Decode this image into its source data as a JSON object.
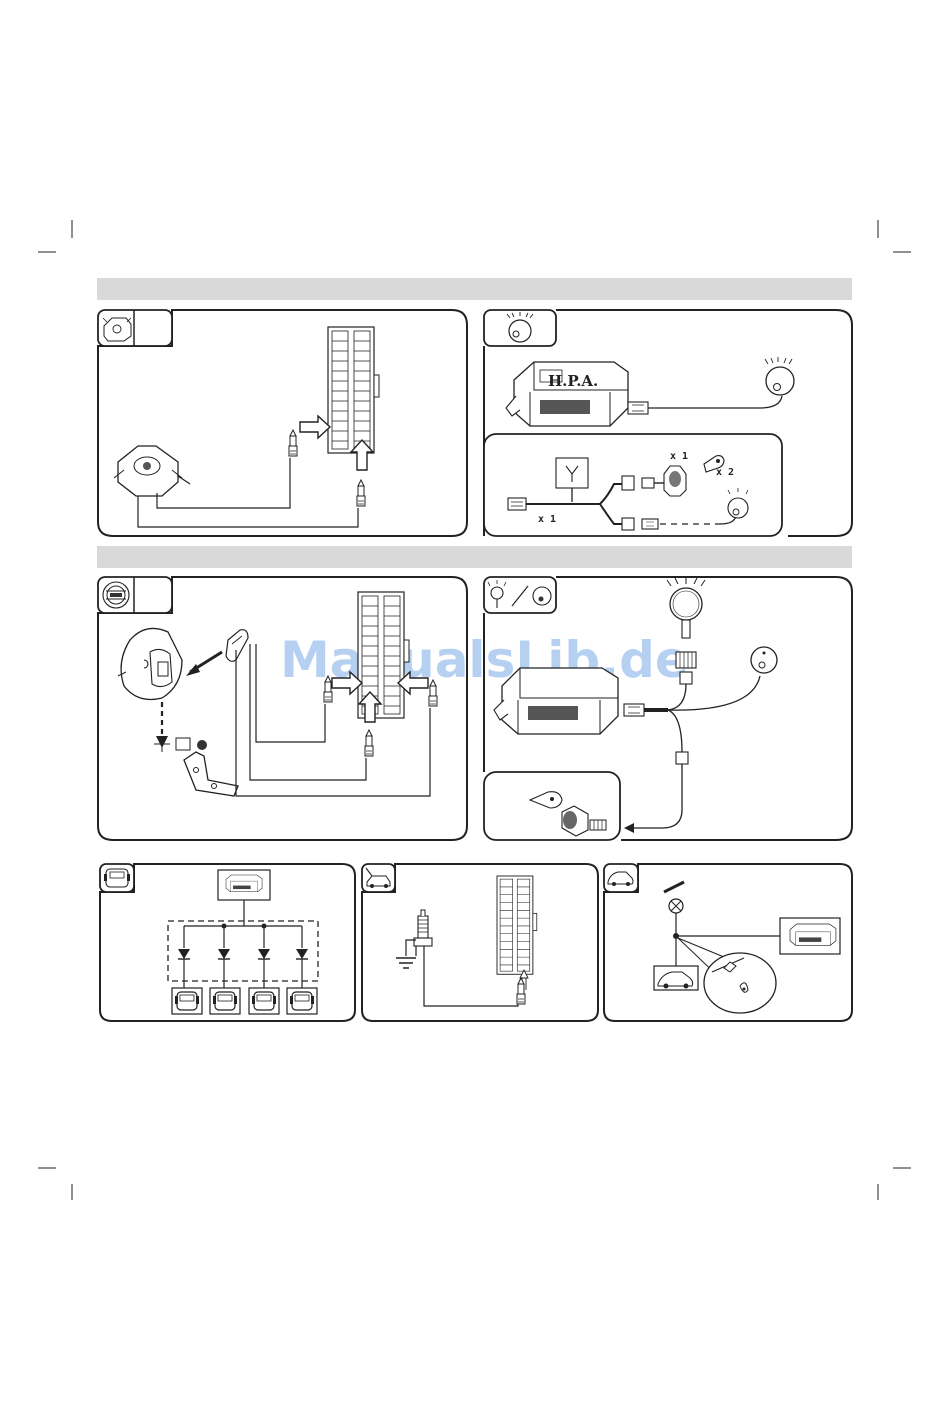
{
  "watermark": "ManualsLib.de",
  "labels": {
    "hpa_brand": "H.P.A.",
    "antenna_qty": "x 1",
    "transponder_qty": "x 1",
    "key_tag_qty": "x 2"
  },
  "colors": {
    "section_bar": "#d9d9d9",
    "line": "#222222",
    "watermark": "#1e6fd9"
  },
  "panels": [
    {
      "id": "siren-connection",
      "icon": "siren-unit-icon"
    },
    {
      "id": "led-connection",
      "icon": "led-lamp-icon"
    },
    {
      "id": "shock-sensor-connection",
      "icon": "round-sensor-icon"
    },
    {
      "id": "key-reader-connection",
      "icon": "led-and-reader-icon"
    },
    {
      "id": "door-diodes",
      "icon": "car-door-icon"
    },
    {
      "id": "bonnet-switch",
      "icon": "car-bonnet-icon"
    },
    {
      "id": "ignition-lamp",
      "icon": "car-side-icon"
    }
  ]
}
